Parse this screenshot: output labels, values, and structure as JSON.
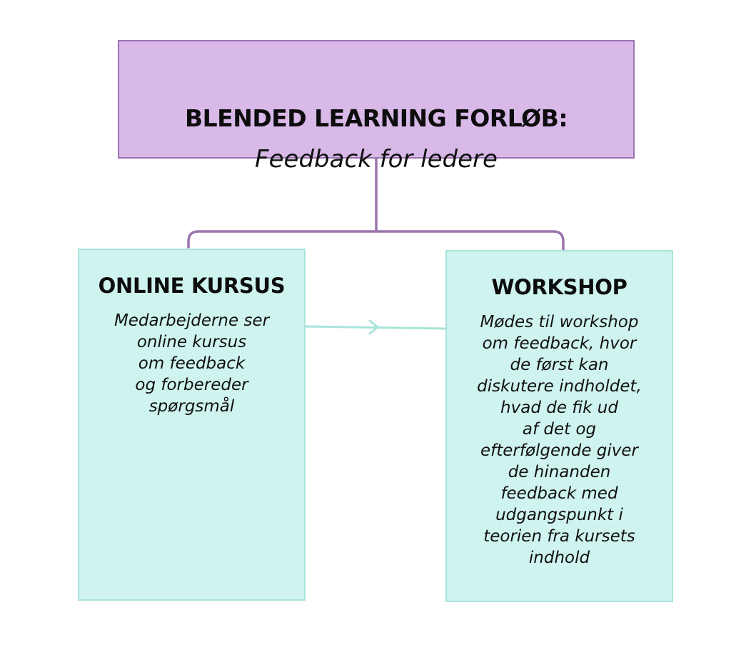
{
  "title": {
    "line1": "BLENDED LEARNING FORLØB:",
    "line2": "Feedback for ledere"
  },
  "online": {
    "heading": "ONLINE KURSUS",
    "lines": [
      "Medarbejderne ser",
      "online kursus",
      "om feedback",
      "og forbereder",
      "spørgsmål"
    ]
  },
  "workshop": {
    "heading": "WORKSHOP",
    "lines": [
      "Mødes til workshop",
      "om feedback, hvor",
      "de først kan",
      "diskutere indholdet,",
      "hvad de fik ud",
      "af det og",
      "efterfølgende giver",
      "de hinanden",
      "feedback med",
      "udgangspunkt i",
      "teorien fra kursets",
      "indhold"
    ]
  },
  "colors": {
    "title_fill": "#d8b9e8",
    "title_border": "#9b74b0",
    "card_fill": "#cff3ee",
    "card_border": "#a9e4da",
    "tree_connector": "#9b74b0",
    "arrow": "#a9e4da"
  }
}
